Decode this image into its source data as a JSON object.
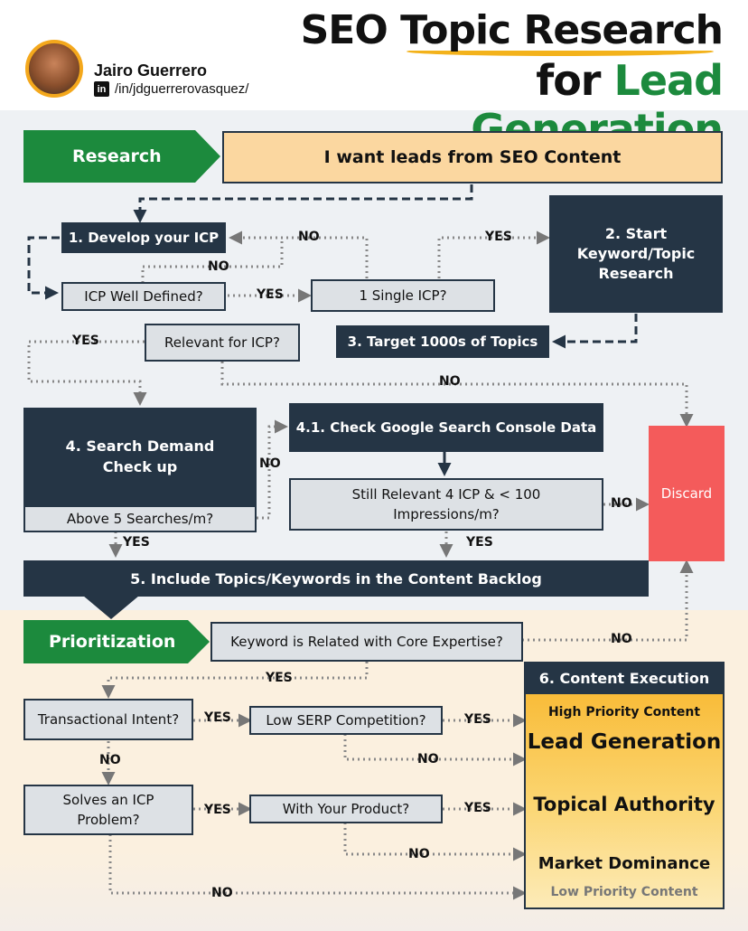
{
  "header": {
    "title_line1": "SEO Topic Research",
    "title_line2_prefix": "for",
    "title_line2_highlight": "Lead Generation",
    "author_name": "Jairo Guerrero",
    "author_handle": "/in/jdguerrerovasquez/",
    "linkedin_glyph": "in"
  },
  "research": {
    "section_label": "Research",
    "goal": "I want leads from SEO Content",
    "develop_icp": "1. Develop your ICP",
    "icp_well_defined": "ICP Well Defined?",
    "single_icp": "1 Single ICP?",
    "start_research": "2. Start Keyword/Topic Research",
    "target_topics": "3. Target 1000s of Topics",
    "relevant_icp": "Relevant for ICP?",
    "search_demand": "4. Search Demand Check up",
    "above_searches": "Above 5 Searches/m?",
    "check_gsc": "4.1. Check Google Search Console Data",
    "still_relevant": "Still Relevant 4 ICP & < 100 Impressions/m?",
    "discard": "Discard",
    "include_topics": "5. Include Topics/Keywords in the Content Backlog"
  },
  "prioritization": {
    "section_label": "Prioritization",
    "core_expertise": "Keyword is Related with Core Expertise?",
    "transactional": "Transactional Intent?",
    "low_serp": "Low SERP Competition?",
    "solves_problem": "Solves an ICP Problem?",
    "with_product": "With Your Product?",
    "execution_title": "6. Content Execution",
    "high_priority": "High Priority Content",
    "lead_gen": "Lead Generation",
    "topical_authority": "Topical Authority",
    "market_dominance": "Market Dominance",
    "low_priority": "Low Priority Content"
  },
  "labels": {
    "yes": "YES",
    "no": "NO"
  },
  "colors": {
    "green": "#1c8a3d",
    "navy": "#253545",
    "goal_fill": "#fbd7a0",
    "discard": "#f45b5b",
    "gradient_top": "#f8b52a",
    "gradient_bottom": "#fcebb8",
    "highlight_underline": "#f3b21b"
  }
}
